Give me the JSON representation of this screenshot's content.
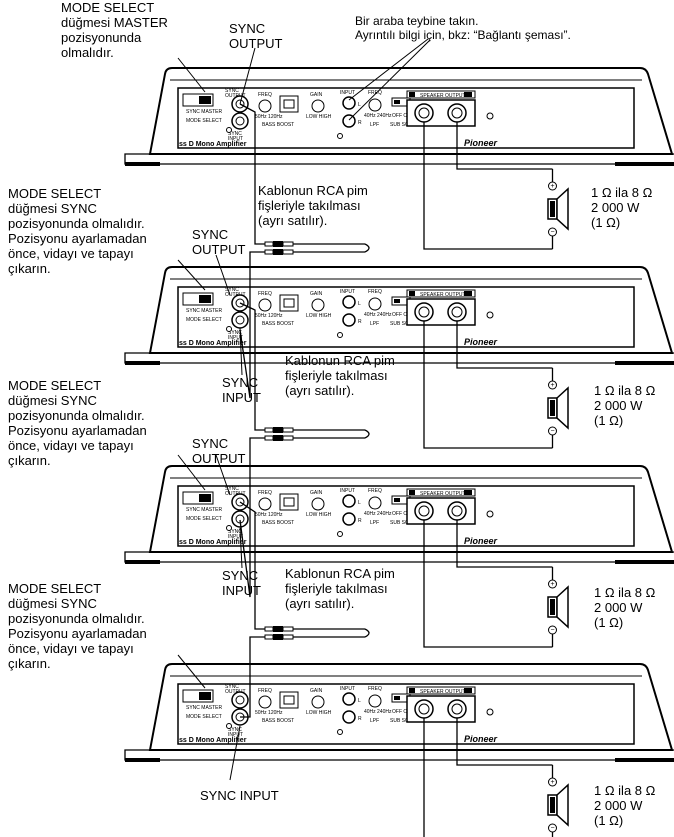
{
  "callouts": {
    "mode_select_master": "MODE SELECT\ndüğmesi MASTER\npozisyonunda\nolmalıdır.",
    "sync_output_top": "SYNC\nOUTPUT",
    "car_stereo": "Bir araba teybine takın.\nAyrıntılı bilgi için, bkz: “Bağlantı şeması”.",
    "mode_select_sync": "MODE SELECT\ndüğmesi SYNC\npozisyonunda olmalıdır.\nPozisyonu ayarlamadan\nönce, vidayı ve tapayı\nçıkarın.",
    "rca_cable": "Kablonun RCA pim\nfişleriyle takılması\n(ayrı satılır).",
    "sync_output": "SYNC\nOUTPUT",
    "sync_input": "SYNC\nINPUT",
    "sync_input_bottom": "SYNC INPUT",
    "speaker_spec": "1 Ω ila 8 Ω\n2 000 W\n(1 Ω)"
  },
  "amp_panel": {
    "sync_output": "SYNC\nOUTPUT",
    "sync_input": "SYNC\nINPUT",
    "mode_select": "MODE SELECT",
    "mode_positions": "SYNC MASTER",
    "freq": "FREQ",
    "freq_range_1": "50Hz 120Hz",
    "bass_boost": "BASS BOOST",
    "gain": "GAIN",
    "gain_range": "LOW HIGH",
    "input": "INPUT",
    "input_l": "L",
    "input_r": "R",
    "freq_range_2": "40Hz 240Hz",
    "lpf": "LPF",
    "sub_sonic": "SUB SONIC",
    "sub_sonic_states": "OFF ON",
    "speaker_output": "SPEAKER OUTPUT",
    "model_text": "ss D Mono Amplifier",
    "brand": "Pioneer"
  },
  "speaker": {
    "plus": "+",
    "minus": "−"
  }
}
